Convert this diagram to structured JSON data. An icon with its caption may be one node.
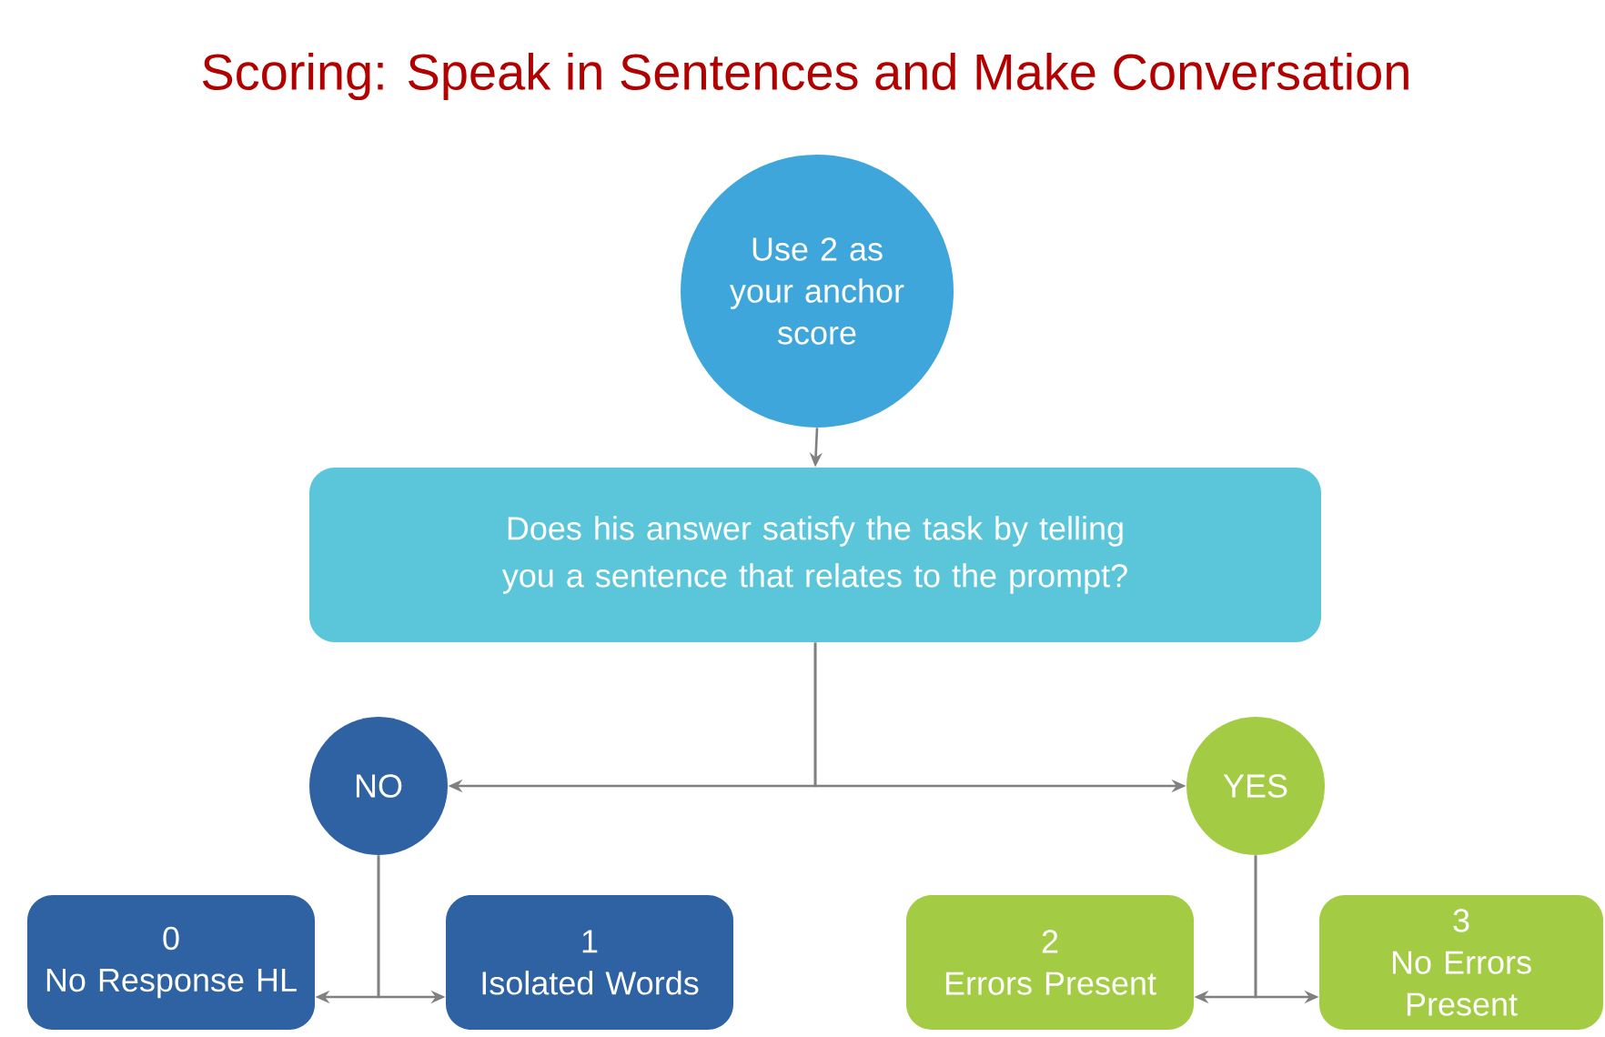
{
  "diagram": {
    "title": "Scoring: Speak in Sentences and Make Conversation",
    "nodes": [
      {
        "text": [
          "Use 2 as your anchor score"
        ]
      },
      {
        "text": [
          "Does his answer satisfy the task by telling you a sentence that relates to the prompt?"
        ]
      },
      {
        "text": [
          "NO"
        ]
      },
      {
        "text": [
          "YES"
        ]
      },
      {
        "text": [
          "0",
          "No Response HL"
        ]
      },
      {
        "text": [
          "1",
          "Isolated Words"
        ]
      },
      {
        "text": [
          "2",
          "Errors Present"
        ]
      },
      {
        "text": [
          "3",
          "No Errors Present"
        ]
      }
    ],
    "edges": [
      {
        "from": 0,
        "to": 1,
        "arrow": "to"
      },
      {
        "from": 1,
        "to": 2,
        "arrow": "to"
      },
      {
        "from": 1,
        "to": 3,
        "arrow": "to"
      },
      {
        "from": 2,
        "to": 4,
        "arrow": "to"
      },
      {
        "from": 2,
        "to": 5,
        "arrow": "to"
      },
      {
        "from": 3,
        "to": 6,
        "arrow": "to"
      },
      {
        "from": 3,
        "to": 7,
        "arrow": "to"
      }
    ]
  }
}
